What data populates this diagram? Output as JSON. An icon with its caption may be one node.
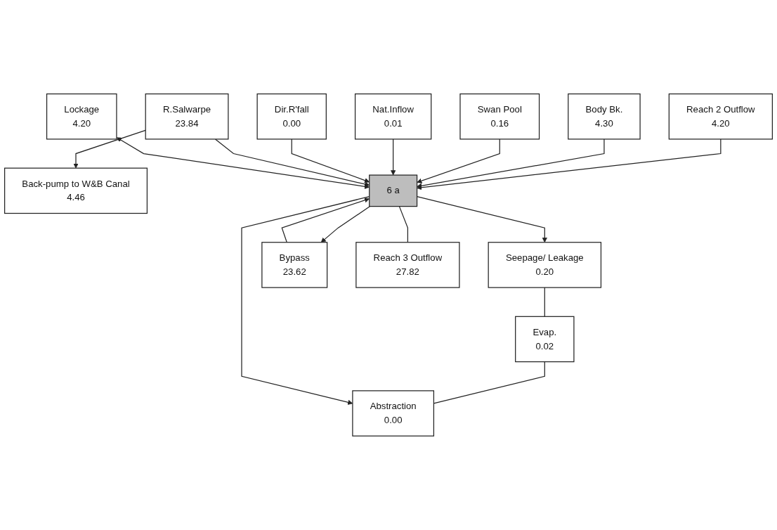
{
  "diagram": {
    "nodes": [
      {
        "text": [
          "Reach 2 Outflow",
          "4.20"
        ]
      },
      {
        "text": [
          "Back-pump to W&B Canal",
          "4.46"
        ]
      },
      {
        "text": [
          "Body Bk.",
          "4.30"
        ]
      },
      {
        "text": [
          "Swan Pool",
          "0.16"
        ]
      },
      {
        "text": [
          "Seepage/ Leakage",
          "0.20"
        ]
      },
      {
        "text": [
          "Nat.Inflow",
          "0.01"
        ]
      },
      {
        "text": [
          "Evap.",
          "0.02"
        ]
      },
      {
        "text": [
          "Dir.R'fall",
          "0.00"
        ]
      },
      {
        "text": [
          "Abstraction",
          "0.00"
        ]
      },
      {
        "text": [
          "R.Salwarpe",
          "23.84"
        ]
      },
      {
        "text": [
          "Bypass",
          "23.62"
        ]
      },
      {
        "text": [
          "6 a"
        ]
      },
      {
        "text": [
          "Lockage",
          "4.20"
        ]
      },
      {
        "text": [
          "Reach 3 Outflow",
          "27.82"
        ]
      }
    ],
    "edges": [
      {
        "from": 0,
        "to": 11,
        "arrow": "to"
      },
      {
        "from": 2,
        "to": 11,
        "arrow": "to"
      },
      {
        "from": 3,
        "to": 11,
        "arrow": "to"
      },
      {
        "from": 5,
        "to": 11,
        "arrow": "to"
      },
      {
        "from": 7,
        "to": 11,
        "arrow": "to"
      },
      {
        "from": 9,
        "to": 11,
        "arrow": "to"
      },
      {
        "from": 9,
        "to": 1,
        "arrow": "to"
      },
      {
        "from": 11,
        "to": 4,
        "arrow": "to"
      },
      {
        "from": 4,
        "to": 6,
        "arrow": "none"
      },
      {
        "from": 6,
        "to": 8,
        "arrow": "none"
      },
      {
        "from": 11,
        "to": 8,
        "arrow": "to"
      },
      {
        "from": 11,
        "to": 10,
        "arrow": "to"
      },
      {
        "from": 10,
        "to": 11,
        "arrow": "to"
      },
      {
        "from": 12,
        "to": 11,
        "arrow": "both"
      },
      {
        "from": 11,
        "to": 13,
        "arrow": "none"
      }
    ]
  }
}
